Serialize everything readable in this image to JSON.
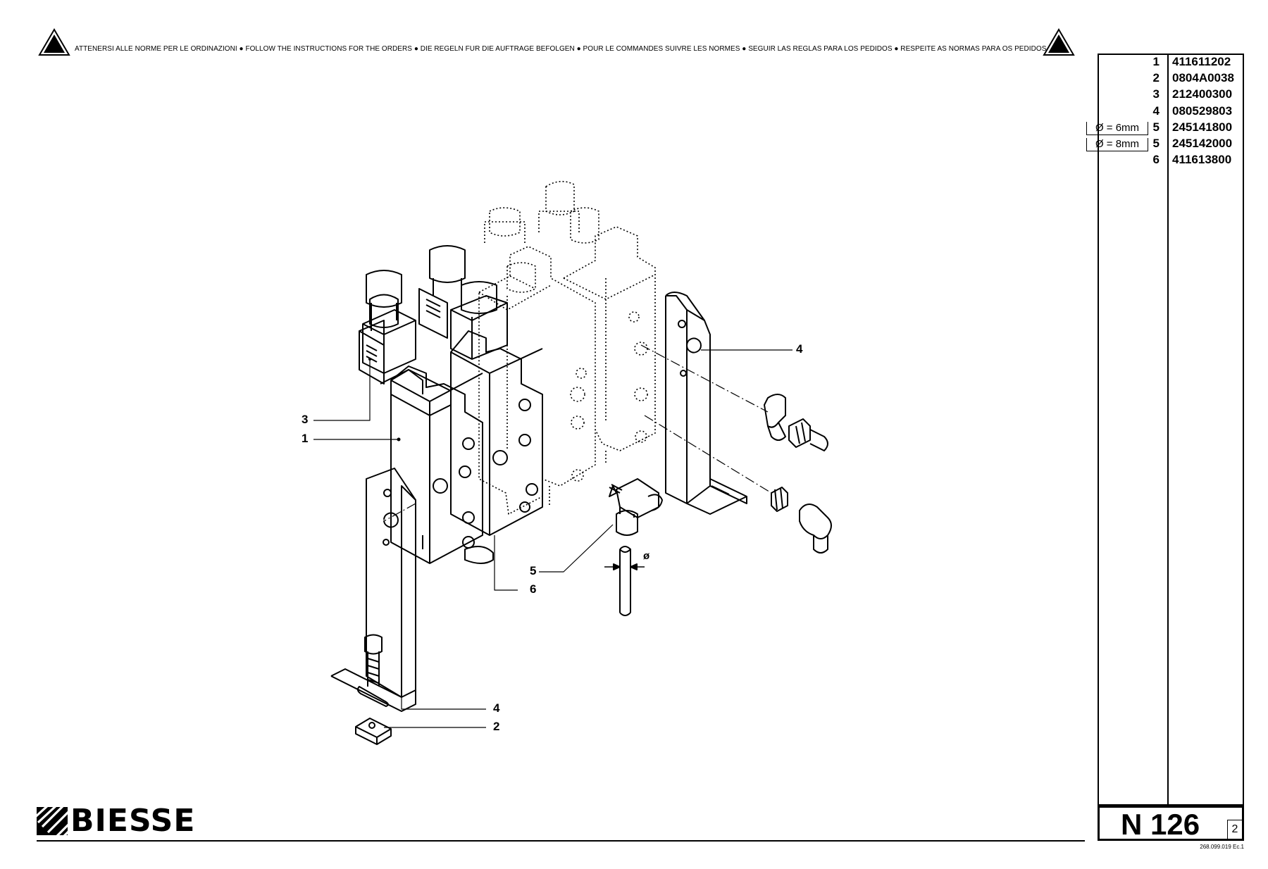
{
  "banner": {
    "text": "ATTENERSI ALLE NORME PER LE ORDINAZIONI ● FOLLOW THE INSTRUCTIONS FOR THE ORDERS ● DIE REGELN FUR DIE AUFTRAGE BEFOLGEN ● POUR LE COMMANDES SUIVRE LES NORMES ● SEGUIR LAS REGLAS PARA LOS PEDIDOS ● RESPEITE AS NORMAS PARA OS PEDIDOS"
  },
  "parts": [
    {
      "num": "1",
      "code": "411611202",
      "tag": ""
    },
    {
      "num": "2",
      "code": "0804A0038",
      "tag": ""
    },
    {
      "num": "3",
      "code": "212400300",
      "tag": ""
    },
    {
      "num": "4",
      "code": "080529803",
      "tag": ""
    },
    {
      "num": "5",
      "code": "245141800",
      "tag": "Ø = 6mm"
    },
    {
      "num": "5",
      "code": "245142000",
      "tag": "Ø = 8mm"
    },
    {
      "num": "6",
      "code": "411613800",
      "tag": ""
    }
  ],
  "callouts": {
    "c3": "3",
    "c1": "1",
    "c4_right": "4",
    "c5": "5",
    "c6": "6",
    "c4_bottom": "4",
    "c2": "2",
    "diameter": "ø"
  },
  "logo": {
    "text": "BIESSE"
  },
  "footer": {
    "table_code": "N 126",
    "sheet": "2",
    "doc_ref": "268.099.019 Ec.1"
  }
}
